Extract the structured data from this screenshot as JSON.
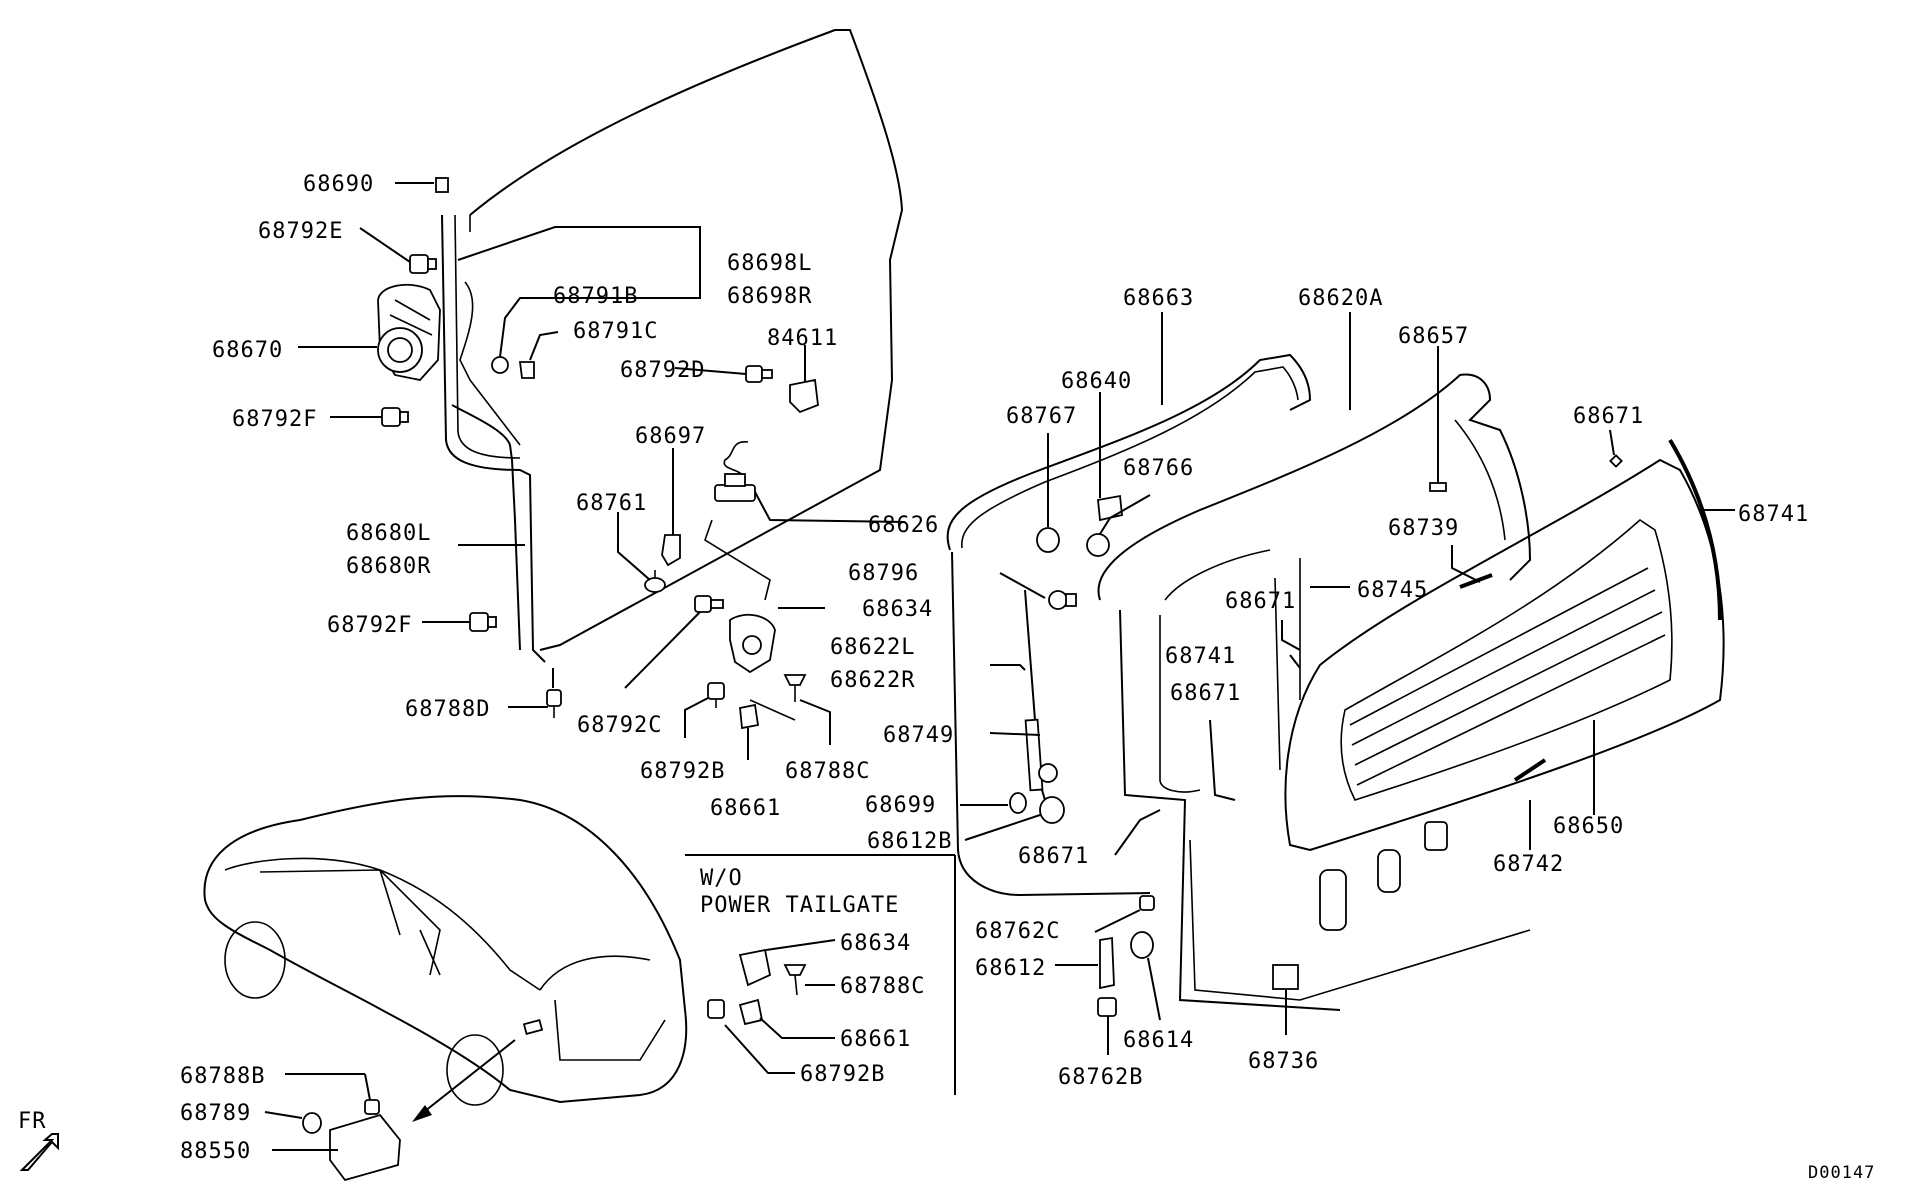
{
  "labels": {
    "p68690": "68690",
    "p68792E": "68792E",
    "p68670": "68670",
    "p68792F_a": "68792F",
    "p68680L": "68680L",
    "p68680R": "68680R",
    "p68792F_b": "68792F",
    "p68788D": "68788D",
    "p68698L": "68698L",
    "p68698R": "68698R",
    "p68791B": "68791B",
    "p68791C": "68791C",
    "p84611": "84611",
    "p68792D": "68792D",
    "p68697": "68697",
    "p68626": "68626",
    "p68761": "68761",
    "p68634": "68634",
    "p68792C": "68792C",
    "p68792B": "68792B",
    "p68788C": "68788C",
    "p68661": "68661",
    "p68663": "68663",
    "p68620A": "68620A",
    "p68657": "68657",
    "p68640": "68640",
    "p68767": "68767",
    "p68766": "68766",
    "p68671_a": "68671",
    "p68741_a": "68741",
    "p68739": "68739",
    "p68745": "68745",
    "p68671_b": "68671",
    "p68796": "68796",
    "p68622L": "68622L",
    "p68622R": "68622R",
    "p68741_b": "68741",
    "p68671_c": "68671",
    "p68749": "68749",
    "p68699": "68699",
    "p68612B": "68612B",
    "p68671_d": "68671",
    "p68742": "68742",
    "p68650": "68650",
    "p68762C": "68762C",
    "p68612": "68612",
    "p68614": "68614",
    "p68736": "68736",
    "p68762B": "68762B",
    "wo_line1": "W/O",
    "wo_line2": "POWER TAILGATE",
    "wo68634": "68634",
    "wo68788C": "68788C",
    "wo68661": "68661",
    "wo68792B": "68792B",
    "p68788B": "68788B",
    "p68789": "68789",
    "p88550": "88550",
    "fr": "FR",
    "code": "D00147"
  }
}
